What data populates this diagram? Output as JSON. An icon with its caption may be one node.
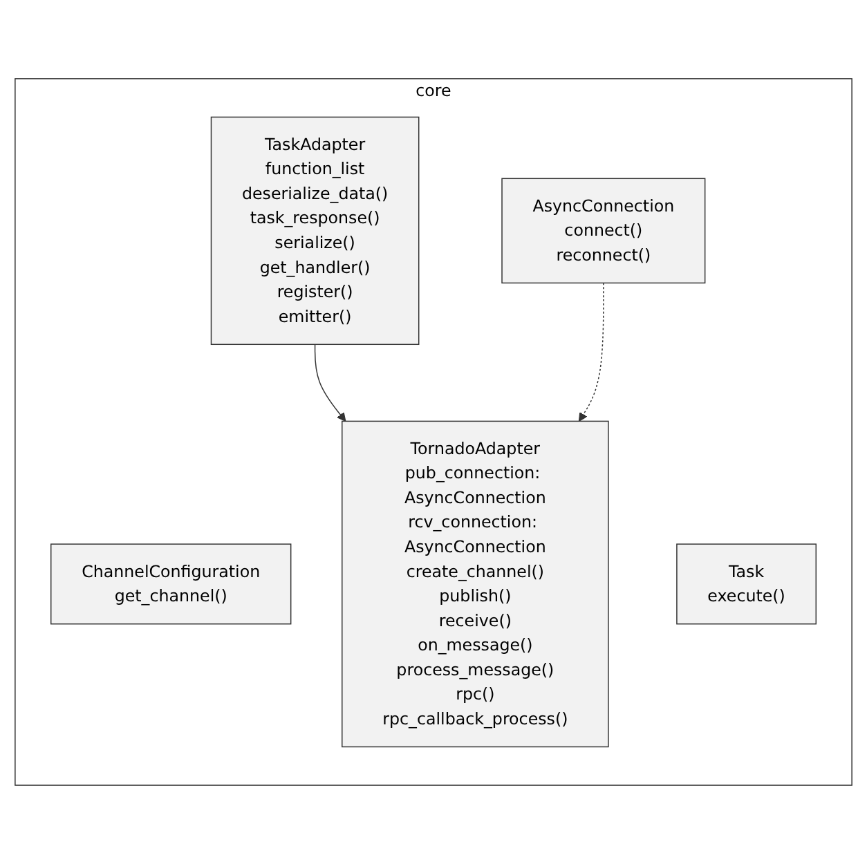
{
  "diagram": {
    "nodes": [
      {
        "text": [
          "core"
        ]
      },
      {
        "text": [
          "ChannelConfiguration",
          "get_channel()"
        ],
        "in": 0
      },
      {
        "text": [
          "Task",
          "execute()"
        ],
        "in": 0
      },
      {
        "text": [
          "TaskAdapter",
          "function_list",
          "deserialize_data()",
          "task_response()",
          "serialize()",
          "get_handler()",
          "register()",
          "emitter()"
        ],
        "in": 0
      },
      {
        "text": [
          "AsyncConnection",
          "connect()",
          "reconnect()"
        ],
        "in": 0
      },
      {
        "text": [
          "TornadoAdapter",
          "pub_connection: AsyncConnection",
          "rcv_connection: AsyncConnection",
          "create_channel()",
          "publish()",
          "receive()",
          "on_message()",
          "process_message()",
          "rpc()",
          "rpc_callback_process()"
        ],
        "in": 0
      }
    ],
    "edges": [
      {
        "from": 3,
        "to": 5,
        "arrow": "to"
      },
      {
        "from": 4,
        "to": 5,
        "arrow": "to",
        "style": "dashed"
      }
    ]
  }
}
